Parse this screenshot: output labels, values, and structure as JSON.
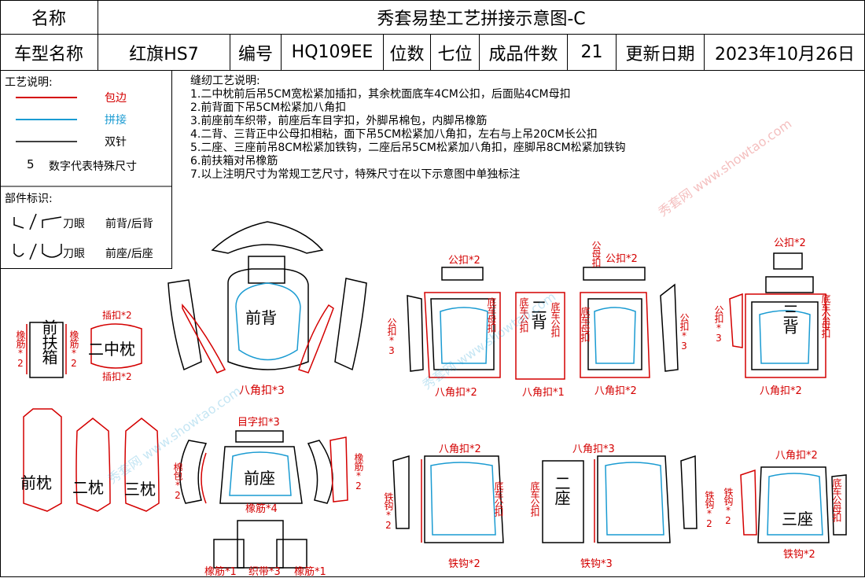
{
  "header": {
    "name_label": "名称",
    "title": "秀套易垫工艺拼接示意图-C",
    "car_model_label": "车型名称",
    "car_model": "红旗HS7",
    "code_label": "编号",
    "code": "HQ109EE",
    "seats_label": "位数",
    "seats": "七位",
    "pieces_label": "成品件数",
    "pieces": "21",
    "update_label": "更新日期",
    "update_date": "2023年10月26日"
  },
  "legend": {
    "title": "工艺说明:",
    "items": [
      {
        "label": "包边",
        "color": "#d40000"
      },
      {
        "label": "拼接",
        "color": "#1a9bd2"
      },
      {
        "label": "双针",
        "color": "#000000"
      }
    ],
    "num_key": "5",
    "num_desc": "数字代表特殊尺寸"
  },
  "parts_id": {
    "title": "部件标识:",
    "row1_mark": "刀眼",
    "row1_desc": "前背/后背",
    "row2_mark": "刀眼",
    "row2_desc": "前座/后座"
  },
  "notes": {
    "title": "缝纫工艺说明:",
    "lines": [
      "1.二中枕前后吊5CM宽松紧加插扣，其余枕面底车4CM公扣，后面贴4CM母扣",
      "2.前背面下吊5CM松紧加八角扣",
      "3.前座前车织带，前座后车目字扣，外脚吊棉包，内脚吊橡筋",
      "4.二背、三背正中公母扣相粘，面下吊5CM松紧加八角扣，左右与上吊20CM长公扣",
      "5.二座、三座前吊8CM松紧加铁钩，二座后吊5CM松紧加八角扣，座脚吊8CM松紧加铁钩",
      "6.前扶箱对吊橡筋",
      "7.以上注明尺寸为常规工艺尺寸，特殊尺寸在以下示意图中单独标注"
    ]
  },
  "labels": {
    "front_back": "前背",
    "front_back_bottom": "八角扣*3",
    "armrest": "前扶箱",
    "armrest_left": "橡筋*2",
    "armrest_right": "橡筋*2",
    "mid_pillow": "二中枕",
    "mid_pillow_top": "插扣*2",
    "mid_pillow_bottom": "插扣*2",
    "second_back": "二背",
    "sb_top1": "公扣*2",
    "sb_top2": "公扣*2",
    "sb_left": "公扣*3",
    "sb_right": "公扣*3",
    "sb_mid1": "底车母扣",
    "sb_mid2": "底车公扣",
    "sb_mid3": "底车公扣",
    "sb_mid4": "底车母扣",
    "sb_top_small": "公母扣",
    "sb_bottom1": "八角扣*2",
    "sb_bottom2": "八角扣*1",
    "sb_bottom3": "八角扣*2",
    "third_back": "三背",
    "tb_top": "公扣*2",
    "tb_left": "公扣*3",
    "tb_right": "底车公母扣",
    "tb_bottom": "八角扣*2",
    "front_pillow": "前枕",
    "second_pillow": "二枕",
    "third_pillow": "三枕",
    "front_seat": "前座",
    "fs_top": "目字扣*3",
    "fs_left": "棉包*2",
    "fs_right": "橡筋*2",
    "fs_bottom": "橡筋*4",
    "fs_b1": "橡筋*1",
    "fs_b2": "织带*3",
    "fs_b3": "橡筋*1",
    "second_seat": "二座",
    "ss_top1": "八角扣*2",
    "ss_top2": "八角扣*3",
    "ss_left": "铁钩*2",
    "ss_right": "铁钩*2",
    "ss_mid1": "底车公扣",
    "ss_mid2": "底车公扣",
    "ss_bottom1": "铁钩*2",
    "ss_bottom2": "铁钩*3",
    "third_seat": "三座",
    "ts_top": "八角扣*2",
    "ts_left": "铁钩*2",
    "ts_right": "底车公母扣",
    "ts_bottom": "铁钩*2"
  },
  "watermark": "秀套网 www.showtao.com",
  "colors": {
    "edge": "#d40000",
    "join": "#1a9bd2",
    "double": "#000000"
  }
}
